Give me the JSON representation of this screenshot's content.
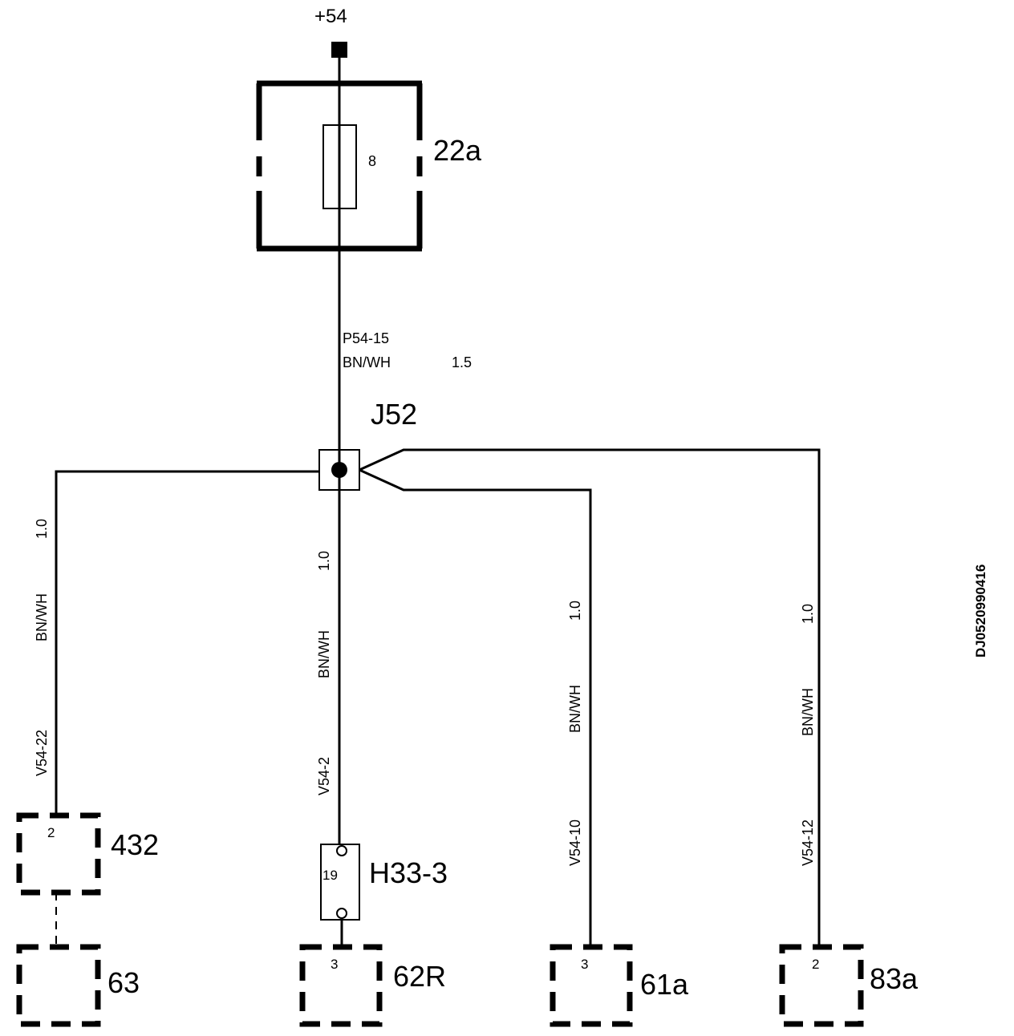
{
  "supply": {
    "label": "+54"
  },
  "fuse_box": {
    "label": "22a",
    "fuse_number": "8"
  },
  "main_wire": {
    "id": "P54-15",
    "color": "BN/WH",
    "size": "1.5"
  },
  "splice": {
    "label": "J52"
  },
  "branches": {
    "left": {
      "id": "V54-22",
      "color": "BN/WH",
      "size": "1.0"
    },
    "mid": {
      "id": "V54-2",
      "color": "BN/WH",
      "size": "1.0"
    },
    "right1": {
      "id": "V54-10",
      "color": "BN/WH",
      "size": "1.0"
    },
    "right2": {
      "id": "V54-12",
      "color": "BN/WH",
      "size": "1.0"
    }
  },
  "connector_h33": {
    "label": "H33-3",
    "pin": "19"
  },
  "components": {
    "c432": {
      "label": "432",
      "pin": "2"
    },
    "c63": {
      "label": "63"
    },
    "c62r": {
      "label": "62R",
      "pin": "3"
    },
    "c61a": {
      "label": "61a",
      "pin": "3"
    },
    "c83a": {
      "label": "83a",
      "pin": "2"
    }
  },
  "drawing_id": "DJ0520990416"
}
